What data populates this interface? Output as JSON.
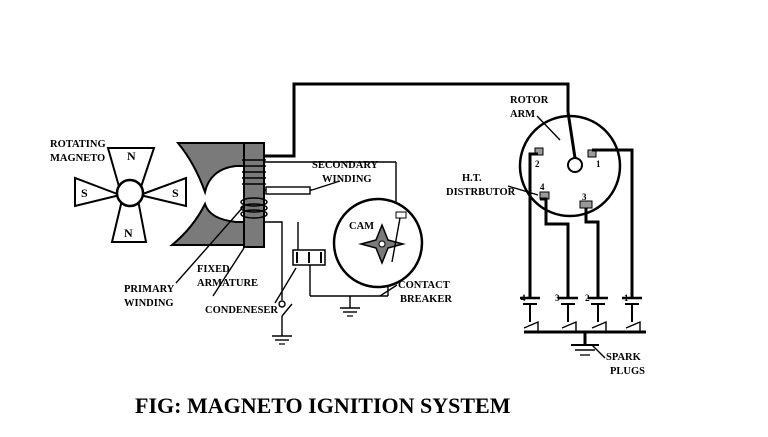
{
  "labels": {
    "rotating_magneto": [
      "ROTATING",
      "MAGNETO"
    ],
    "primary_winding": [
      "PRIMARY",
      "WINDING"
    ],
    "fixed_armature": [
      "FIXED",
      "ARMATURE"
    ],
    "condenser": "CONDENESER",
    "secondary_winding": [
      "SECONDARY",
      "WINDING"
    ],
    "cam": "CAM",
    "contact_breaker": [
      "CONTACT",
      "BREAKER"
    ],
    "rotor_arm": [
      "ROTOR",
      "ARM"
    ],
    "ht_distributor": [
      "H.T.",
      "DISTRBUTOR"
    ],
    "spark_plugs": [
      "SPARK",
      "PLUGS"
    ]
  },
  "magnet_poles": [
    "N",
    "S",
    "S",
    "N"
  ],
  "distributor_terminals": [
    "2",
    "1",
    "4",
    "3"
  ],
  "plug_numbers": [
    "4",
    "3",
    "2",
    "1"
  ],
  "title": "FIG: MAGNETO IGNITION SYSTEM",
  "colors": {
    "ink": "#000000",
    "armature_fill": "#7a7a7a",
    "background": "#ffffff"
  }
}
